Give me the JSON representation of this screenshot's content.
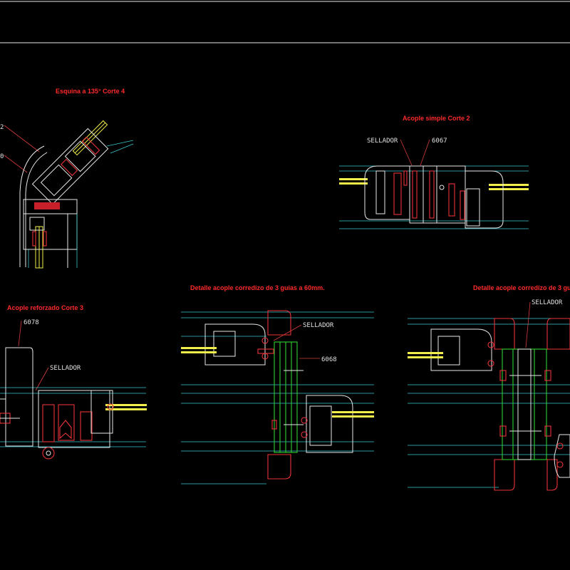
{
  "drawing": {
    "titles": {
      "esquina": "Esquina a 135°   Corte 4",
      "acople_simple": "Acople simple   Corte 2",
      "acople_reforzado": "Acople reforzado   Corte 3",
      "acople_corredizo_60": "Detalle acople corredizo de 3 guias a 60mm.",
      "acople_corredizo_b": "Detalle acople corredizo de 3 gui"
    },
    "labels": {
      "left_2": "2",
      "left_0": "0",
      "sellador_1": "SELLADOR",
      "profile_6067": "6067",
      "profile_6078": "6078",
      "sellador_2": "SELLADOR",
      "sellador_3": "SELLADOR",
      "profile_6068": "6068",
      "sellador_4": "SELLADOR"
    },
    "colors": {
      "background": "#000000",
      "titles": "#ff2a2a",
      "profiles": "#e8e8e8",
      "glass_lines": "#39c6cf",
      "glazing": "#f2ef4c",
      "gaskets": "#e8343a",
      "coupler": "#2fd12f"
    }
  }
}
